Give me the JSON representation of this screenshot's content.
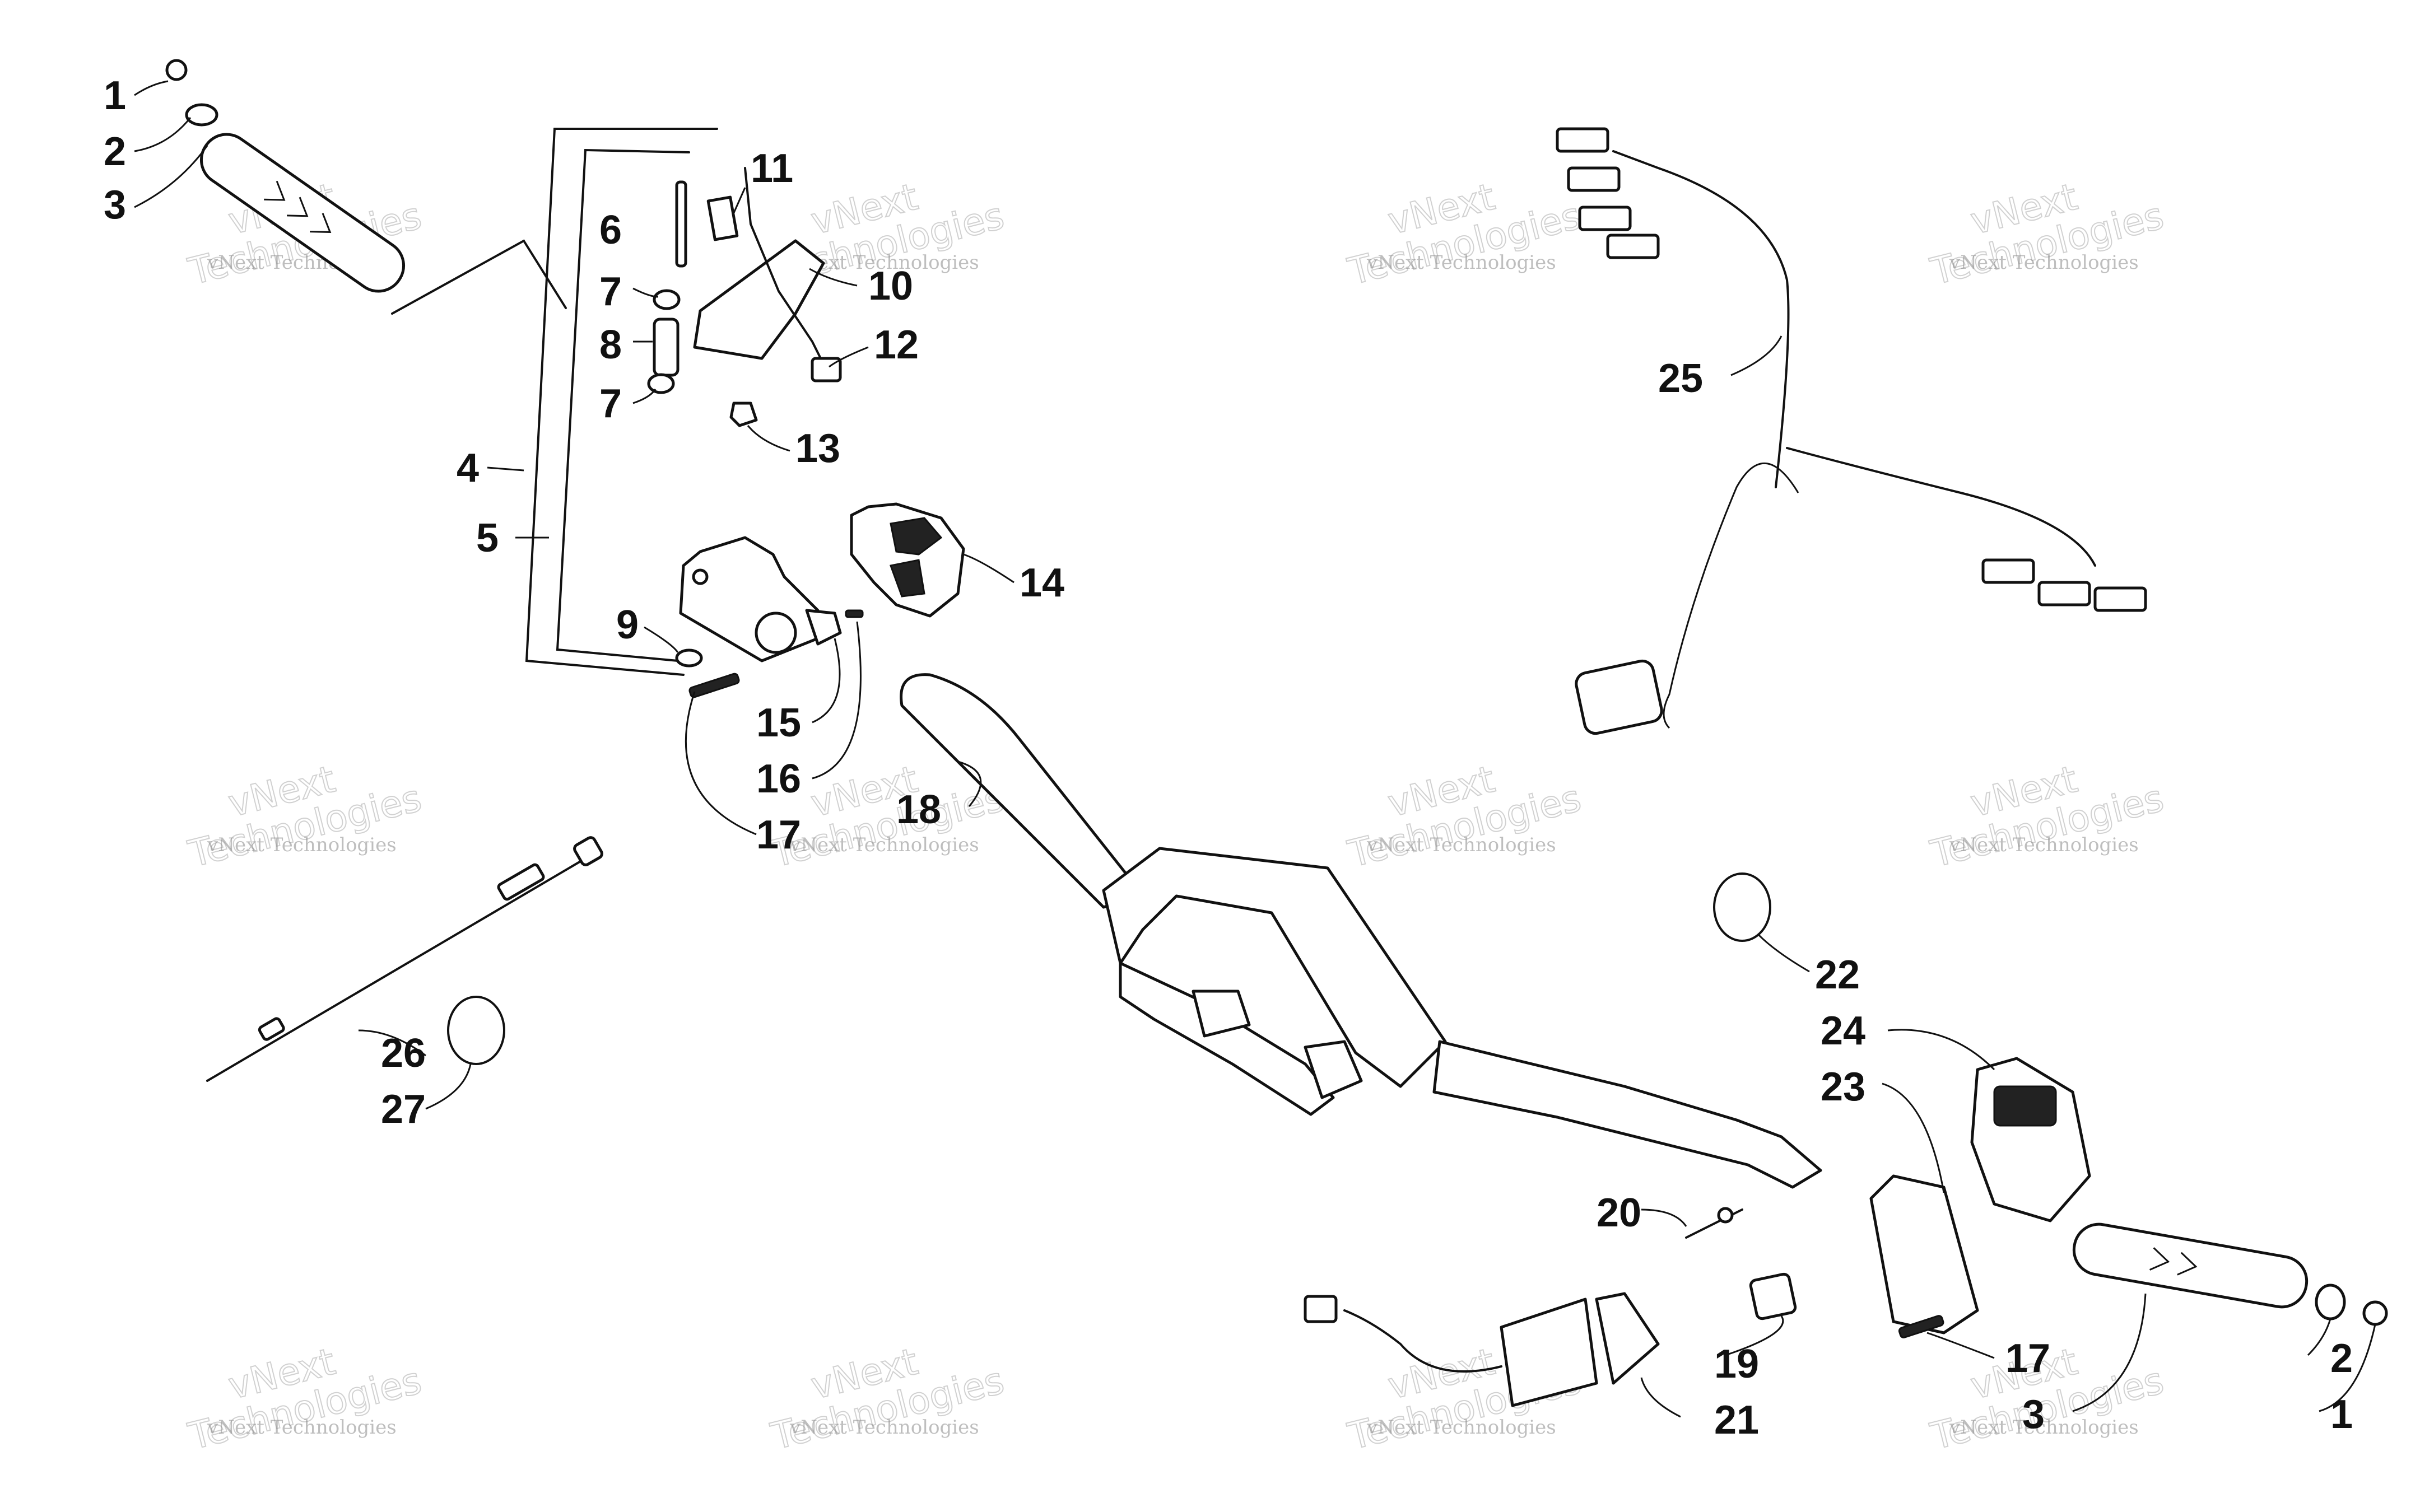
{
  "callouts": [
    {
      "id": "c1a",
      "text": "1"
    },
    {
      "id": "c2a",
      "text": "2"
    },
    {
      "id": "c3a",
      "text": "3"
    },
    {
      "id": "c4",
      "text": "4"
    },
    {
      "id": "c5",
      "text": "5"
    },
    {
      "id": "c6",
      "text": "6"
    },
    {
      "id": "c7a",
      "text": "7"
    },
    {
      "id": "c8",
      "text": "8"
    },
    {
      "id": "c7b",
      "text": "7"
    },
    {
      "id": "c9",
      "text": "9"
    },
    {
      "id": "c10",
      "text": "10"
    },
    {
      "id": "c11",
      "text": "11"
    },
    {
      "id": "c12",
      "text": "12"
    },
    {
      "id": "c13",
      "text": "13"
    },
    {
      "id": "c14",
      "text": "14"
    },
    {
      "id": "c15",
      "text": "15"
    },
    {
      "id": "c16",
      "text": "16"
    },
    {
      "id": "c17a",
      "text": "17"
    },
    {
      "id": "c18",
      "text": "18"
    },
    {
      "id": "c19",
      "text": "19"
    },
    {
      "id": "c20",
      "text": "20"
    },
    {
      "id": "c21",
      "text": "21"
    },
    {
      "id": "c22",
      "text": "22"
    },
    {
      "id": "c23",
      "text": "23"
    },
    {
      "id": "c24",
      "text": "24"
    },
    {
      "id": "c25",
      "text": "25"
    },
    {
      "id": "c26",
      "text": "26"
    },
    {
      "id": "c27",
      "text": "27"
    },
    {
      "id": "c17b",
      "text": "17"
    },
    {
      "id": "c2b",
      "text": "2"
    },
    {
      "id": "c3b",
      "text": "3"
    },
    {
      "id": "c1b",
      "text": "1"
    }
  ],
  "watermark": {
    "line1": "vNext Technologies",
    "line2": "Technologies",
    "line3": "vNext"
  }
}
